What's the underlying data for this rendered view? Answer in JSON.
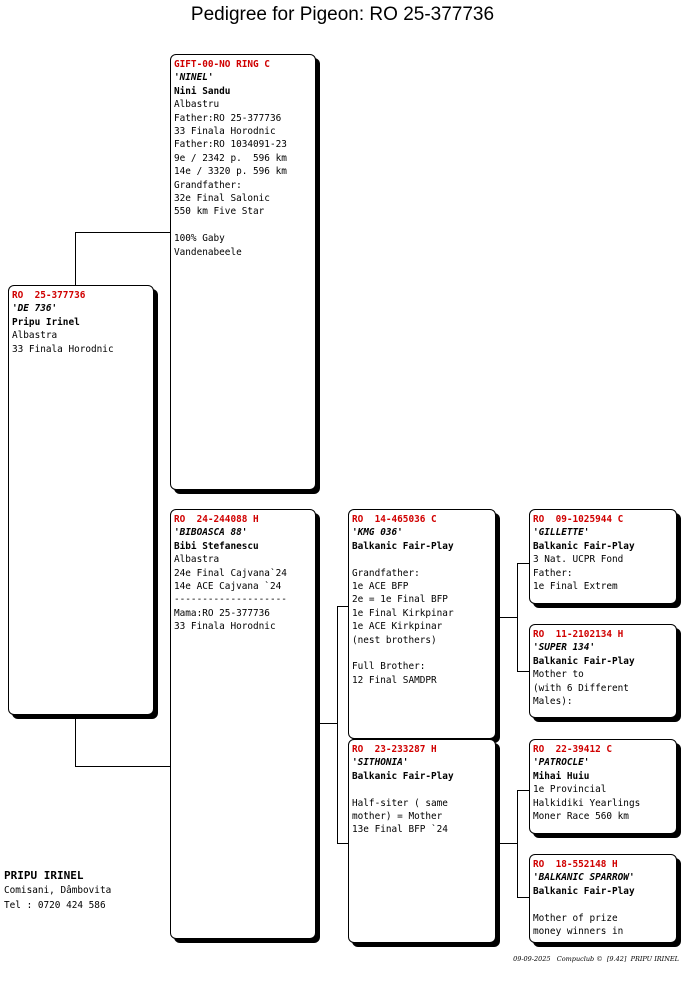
{
  "title": "Pedigree for Pigeon: RO  25-377736",
  "pigeon": {
    "ring": "RO  25-377736",
    "name": "'DE 736'",
    "owner": "Pripu Irinel",
    "lines": [
      "Albastra",
      "33 Finala Horodnic"
    ]
  },
  "father": {
    "ring": "GIFT-00-NO RING C",
    "name": "'NINEL'",
    "owner": "Nini Sandu",
    "lines": [
      "Albastru",
      "Father:RO 25-377736",
      "33 Finala Horodnic",
      "Father:RO 1034091-23",
      "9e / 2342 p.  596 km",
      "14e / 3320 p. 596 km",
      "Grandfather:",
      "32e Final Salonic",
      "550 km Five Star",
      "",
      "100% Gaby",
      "Vandenabeele"
    ]
  },
  "mother": {
    "ring": "RO  24-244088 H",
    "name": "'BIBOASCA 88'",
    "owner": "Bibi Stefanescu",
    "lines": [
      "Albastra",
      "24e Final Cajvana`24",
      "14e ACE Cajvana `24",
      "--------------------",
      "Mama:RO 25-377736",
      "33 Finala Horodnic"
    ]
  },
  "mother_father": {
    "ring": "RO  14-465036 C",
    "name": "'KMG 036'",
    "owner": "Balkanic Fair-Play",
    "lines": [
      "",
      "Grandfather:",
      "1e ACE BFP",
      "2e = 1e Final BFP",
      "1e Final Kirkpinar",
      "1e ACE Kirkpinar",
      "(nest brothers)",
      "",
      "Full Brother:",
      "12 Final SAMDPR"
    ]
  },
  "mother_mother": {
    "ring": "RO  23-233287 H",
    "name": "'SITHONIA'",
    "owner": "Balkanic Fair-Play",
    "lines": [
      "",
      "Half-siter ( same",
      "mother) = Mother",
      "13e Final BFP `24"
    ]
  },
  "mff": {
    "ring": "RO  09-1025944 C",
    "name": "'GILLETTE'",
    "owner": "Balkanic Fair-Play",
    "lines": [
      "3 Nat. UCPR Fond",
      "Father:",
      "1e Final Extrem"
    ]
  },
  "mfm": {
    "ring": "RO  11-2102134 H",
    "name": "'SUPER 134'",
    "owner": "Balkanic Fair-Play",
    "lines": [
      "Mother to",
      "(with 6 Different",
      "Males):"
    ]
  },
  "mmf": {
    "ring": "RO  22-39412 C",
    "name": "'PATROCLE'",
    "owner": "Mihai Huiu",
    "lines": [
      "1e Provincial",
      "Halkidiki Yearlings",
      "Moner Race 560 km"
    ]
  },
  "mmm": {
    "ring": "RO  18-552148 H",
    "name": "'BALKANIC SPARROW'",
    "owner": "Balkanic Fair-Play",
    "lines": [
      "",
      "Mother of prize",
      "money winners in"
    ]
  },
  "breeder": {
    "name": "PRIPU IRINEL",
    "address": "Comisani, Dâmbovita",
    "phone": "Tel : 0720 424 586"
  },
  "footer": "09-09-2025   Compuclub ©  [9.42]  PRIPU IRINEL"
}
